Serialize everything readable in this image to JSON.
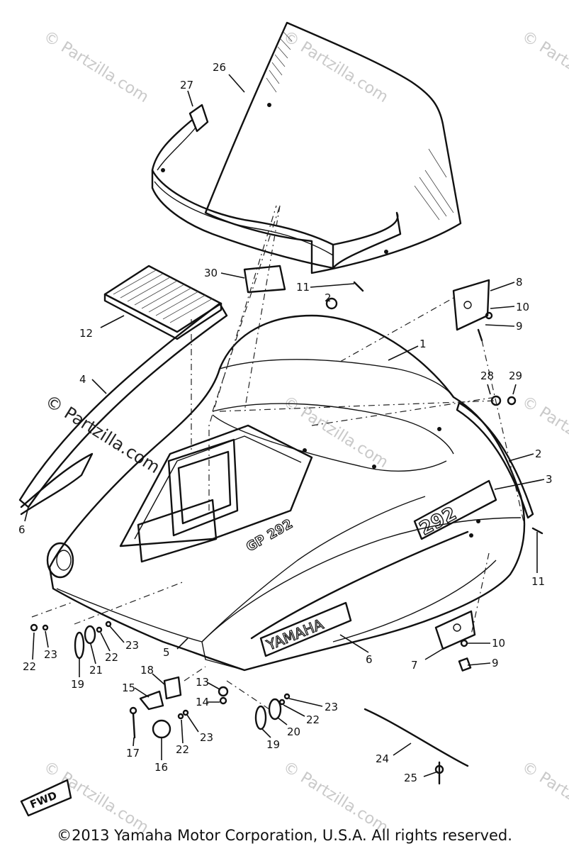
{
  "watermark": {
    "faint": "© Partzilla.com",
    "prominent": "© Partzilla.com"
  },
  "decals": {
    "model": "GP 292",
    "brand": "YAMAHA",
    "number": "292",
    "direction": "FWD"
  },
  "callouts": [
    {
      "id": "c26",
      "text": "26"
    },
    {
      "id": "c27",
      "text": "27"
    },
    {
      "id": "c30",
      "text": "30"
    },
    {
      "id": "c11a",
      "text": "11"
    },
    {
      "id": "c8",
      "text": "8"
    },
    {
      "id": "c10a",
      "text": "10"
    },
    {
      "id": "c9a",
      "text": "9"
    },
    {
      "id": "c2a",
      "text": "2"
    },
    {
      "id": "c12",
      "text": "12"
    },
    {
      "id": "c1",
      "text": "1"
    },
    {
      "id": "c4",
      "text": "4"
    },
    {
      "id": "c28",
      "text": "28"
    },
    {
      "id": "c29",
      "text": "29"
    },
    {
      "id": "c2b",
      "text": "2"
    },
    {
      "id": "c3",
      "text": "3"
    },
    {
      "id": "c6a",
      "text": "6"
    },
    {
      "id": "c11b",
      "text": "11"
    },
    {
      "id": "c5",
      "text": "5"
    },
    {
      "id": "c6b",
      "text": "6"
    },
    {
      "id": "c7",
      "text": "7"
    },
    {
      "id": "c10b",
      "text": "10"
    },
    {
      "id": "c9b",
      "text": "9"
    },
    {
      "id": "c22a",
      "text": "22"
    },
    {
      "id": "c23a",
      "text": "23"
    },
    {
      "id": "c19a",
      "text": "19"
    },
    {
      "id": "c21",
      "text": "21"
    },
    {
      "id": "c22b",
      "text": "22"
    },
    {
      "id": "c23b",
      "text": "23"
    },
    {
      "id": "c18",
      "text": "18"
    },
    {
      "id": "c13",
      "text": "13"
    },
    {
      "id": "c14",
      "text": "14"
    },
    {
      "id": "c15",
      "text": "15"
    },
    {
      "id": "c17",
      "text": "17"
    },
    {
      "id": "c16",
      "text": "16"
    },
    {
      "id": "c22c",
      "text": "22"
    },
    {
      "id": "c23c",
      "text": "23"
    },
    {
      "id": "c19b",
      "text": "19"
    },
    {
      "id": "c20",
      "text": "20"
    },
    {
      "id": "c22d",
      "text": "22"
    },
    {
      "id": "c23d",
      "text": "23"
    },
    {
      "id": "c24",
      "text": "24"
    },
    {
      "id": "c25",
      "text": "25"
    }
  ],
  "footer": {
    "copyright": "©2013  Yamaha Motor Corporation, U.S.A. All rights reserved."
  }
}
